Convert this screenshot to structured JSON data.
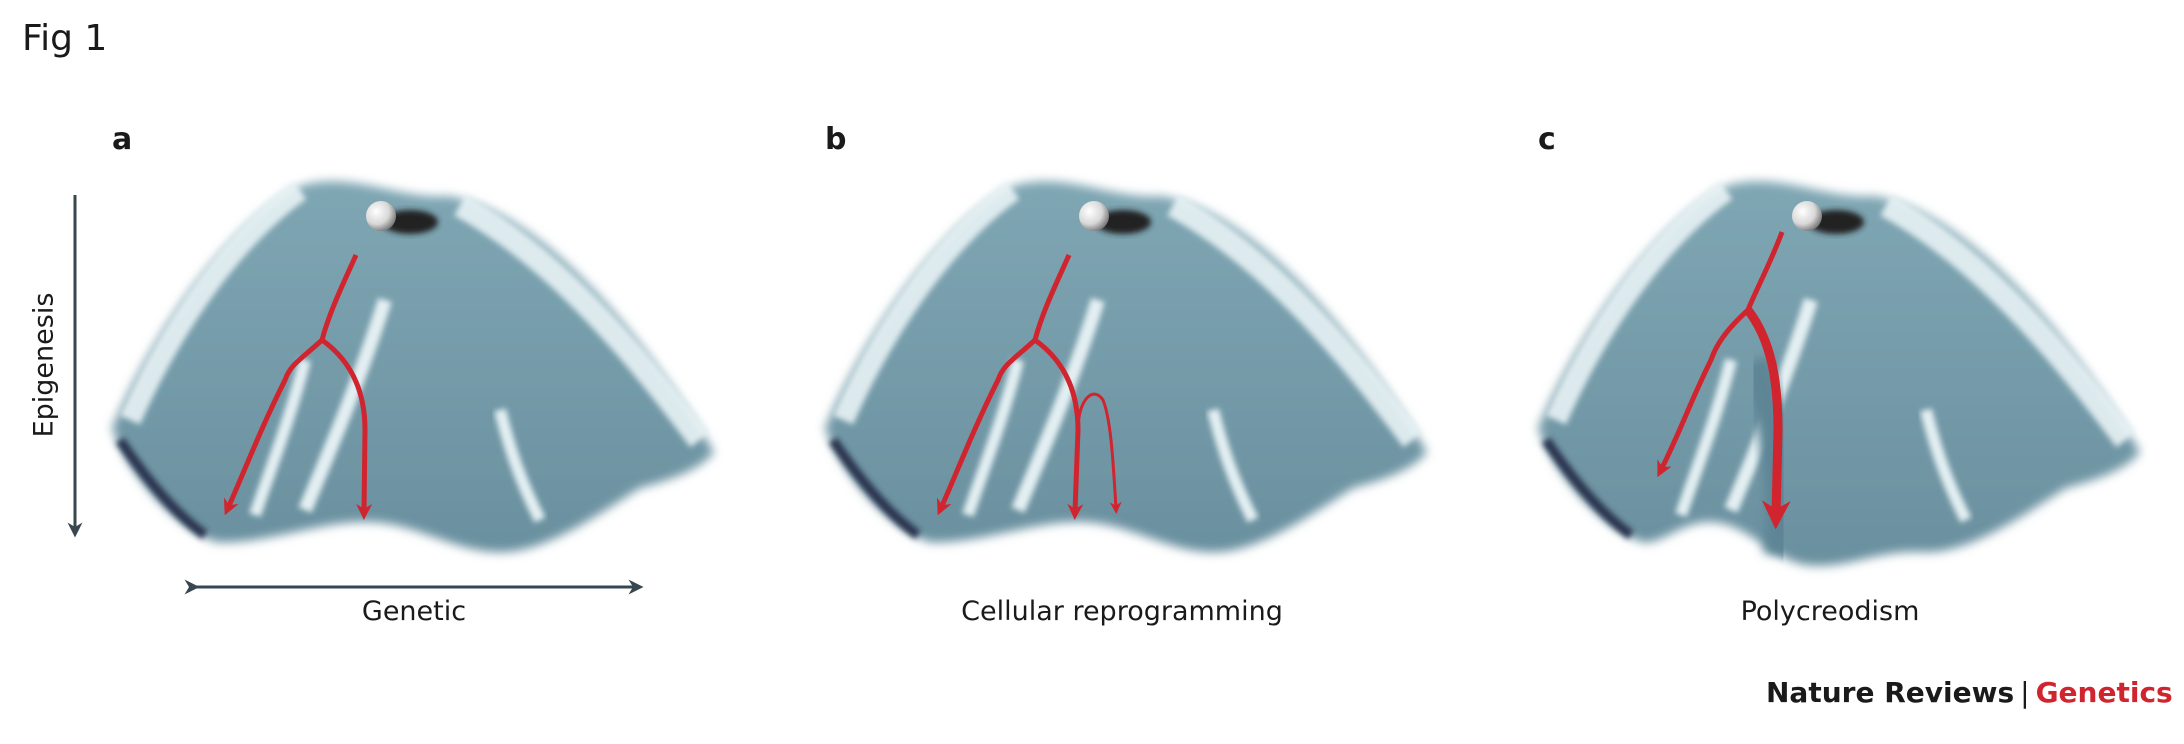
{
  "figure": {
    "title": "Fig 1",
    "axes": {
      "vertical_label": "Epigenesis",
      "horizontal_label": "Genetic"
    },
    "panels": [
      {
        "label": "a",
        "caption": ""
      },
      {
        "label": "b",
        "caption": "Cellular reprogramming"
      },
      {
        "label": "c",
        "caption": "Polycreodism"
      }
    ],
    "colors": {
      "landscape": "#6f97a5",
      "ridge": "#e6f1f3",
      "arrow": "#d0242e",
      "axis": "#37474f",
      "brand_accent": "#d0242e"
    }
  },
  "branding": {
    "journal": "Nature Reviews",
    "separator": "|",
    "section": "Genetics"
  }
}
